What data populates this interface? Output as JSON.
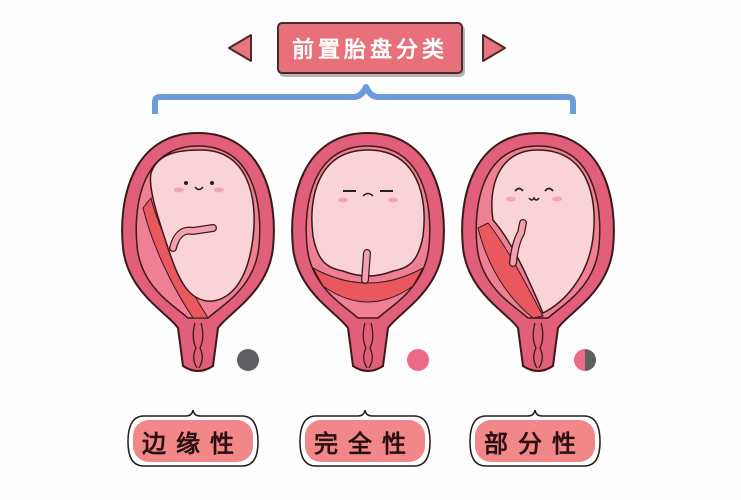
{
  "title": "前置胎盘分类",
  "navigation": {
    "prev_icon": "triangle-left-icon",
    "next_icon": "triangle-right-icon"
  },
  "categories": [
    {
      "label": "边缘性",
      "indicator": "gray-dot",
      "face": "happy-open-eyes"
    },
    {
      "label": "完全性",
      "indicator": "pink-dot",
      "face": "sleepy-closed-eyes"
    },
    {
      "label": "部分性",
      "indicator": "half-pink-half-gray-dot",
      "face": "smiling-closed-eyes"
    }
  ],
  "colors": {
    "title_bg": "#e8707a",
    "title_text": "#ffffff",
    "bracket": "#6b9bd8",
    "uterus_wall": "#e25f7b",
    "uterus_wall_inner": "#ee7f95",
    "fetus": "#f9d3d8",
    "placenta": "#e8585e",
    "label_bg": "#f2878a",
    "label_text": "#2a1010",
    "gray_dot": "#5f5f62",
    "pink_dot": "#ec6a86"
  }
}
